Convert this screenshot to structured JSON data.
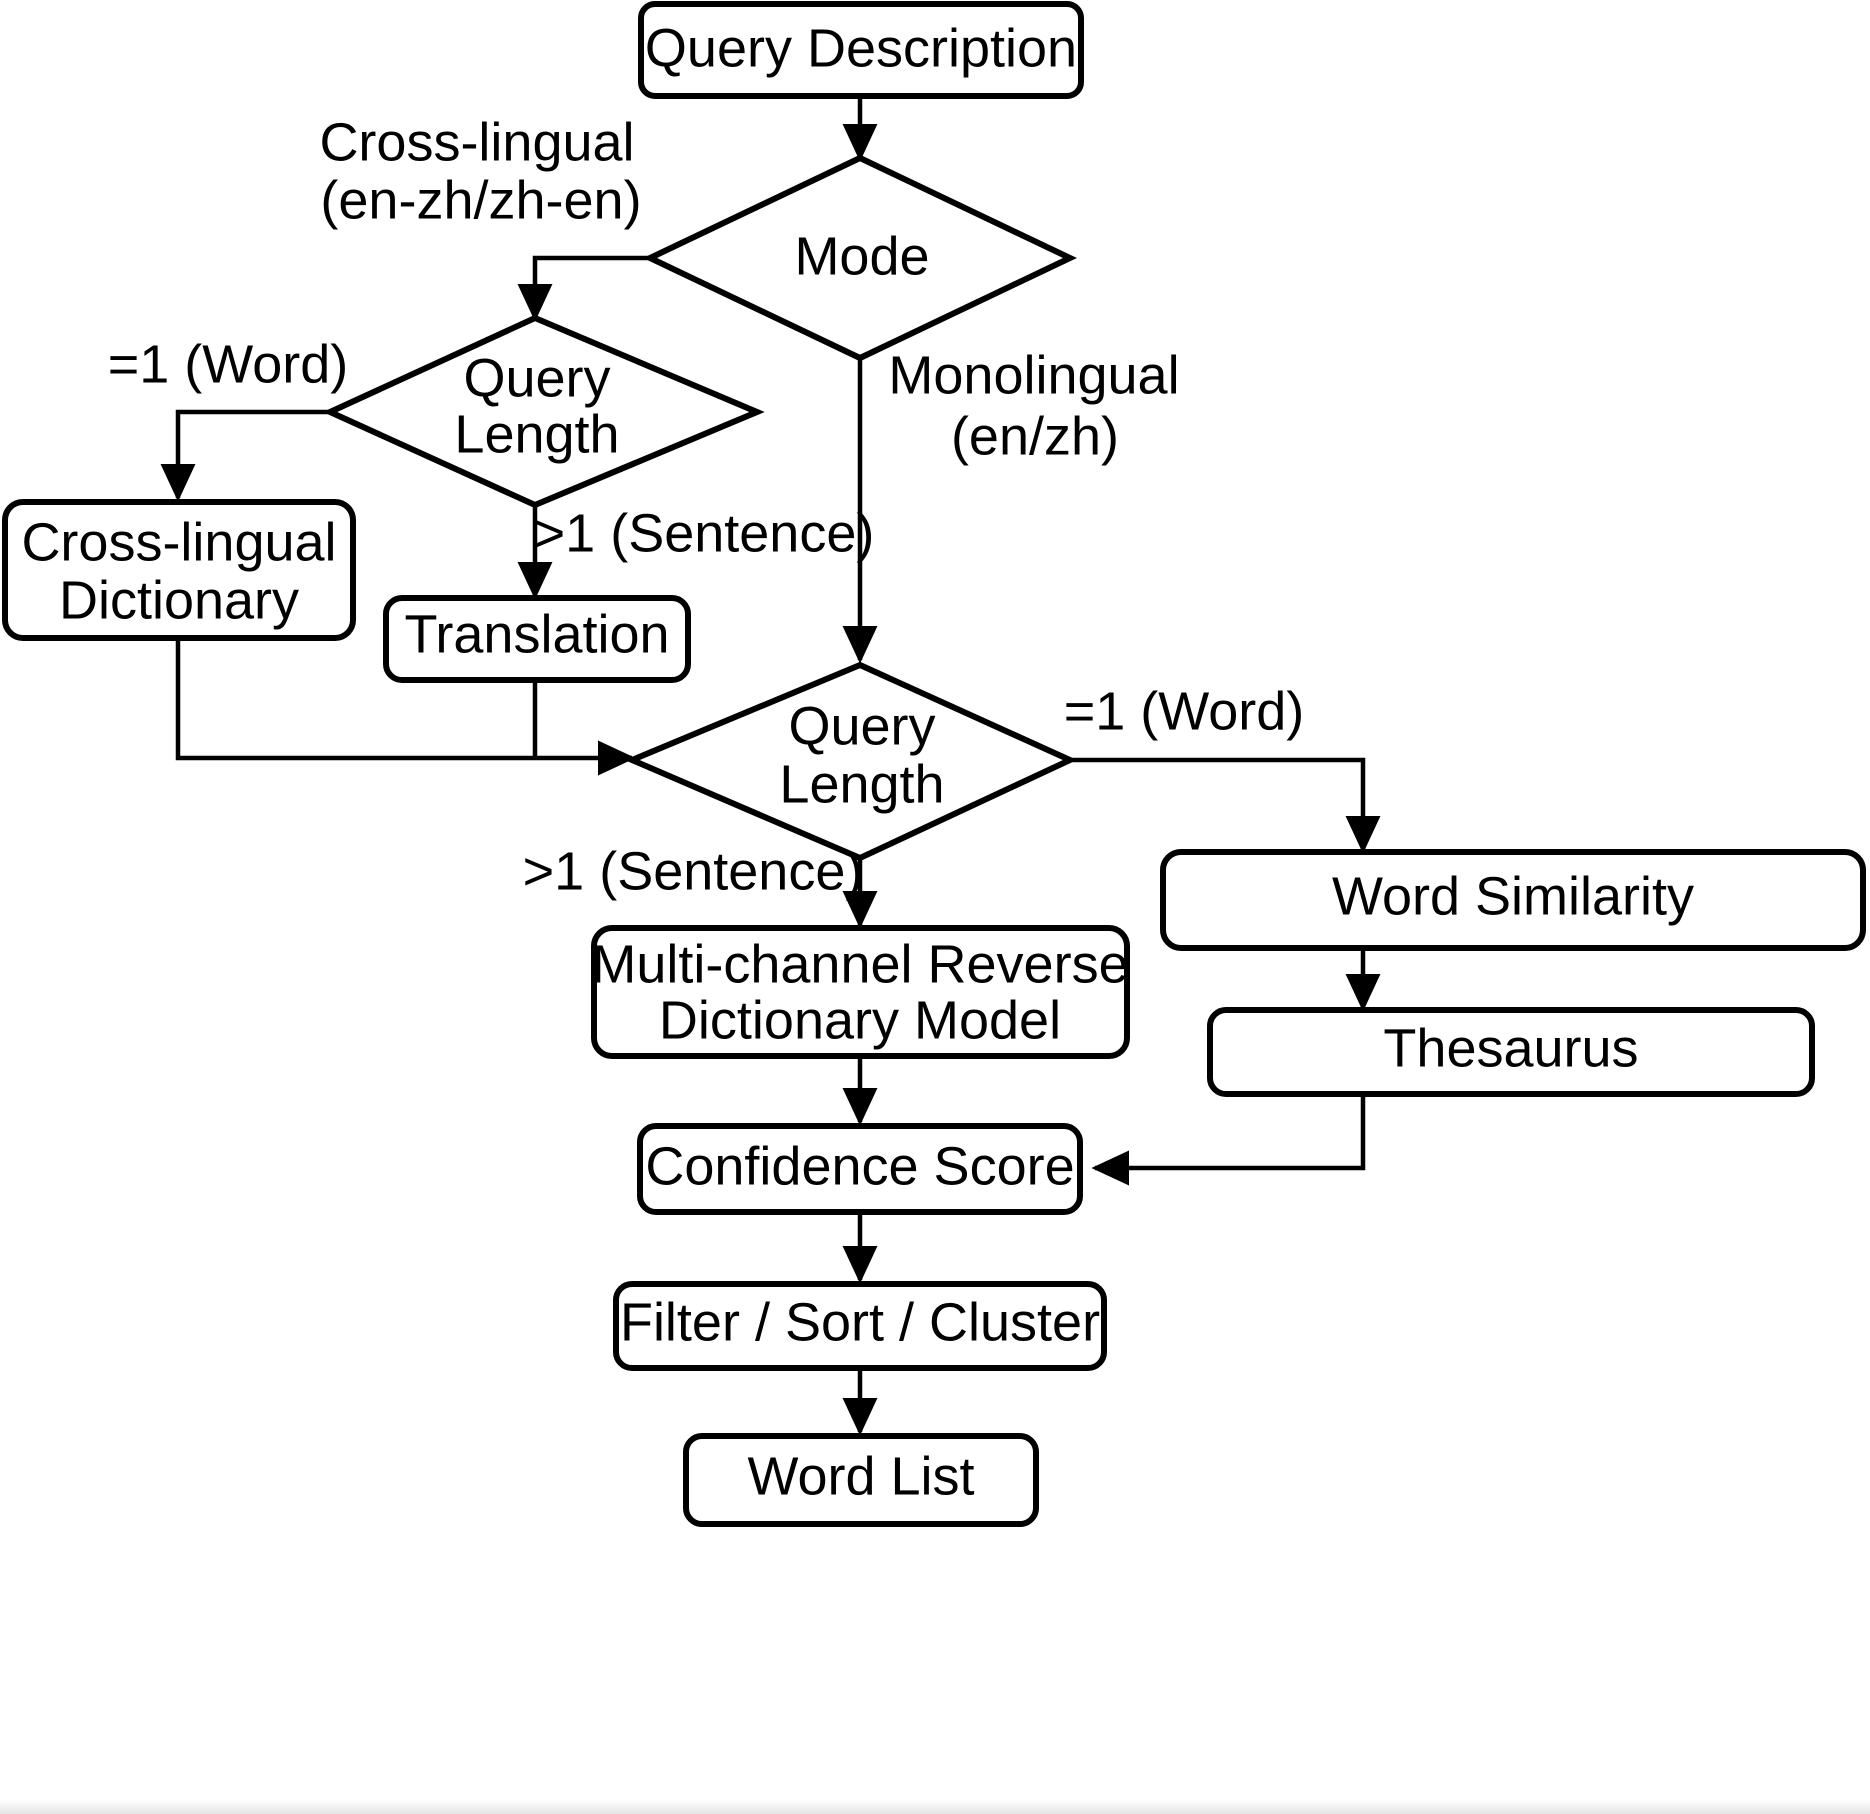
{
  "diagram": {
    "title": "Reverse Dictionary Query Processing Flowchart",
    "nodes": {
      "query_description": "Query Description",
      "mode": "Mode",
      "query_length_cross": "Query",
      "query_length_cross_2": "Length",
      "cross_dict_1": "Cross-lingual",
      "cross_dict_2": "Dictionary",
      "translation": "Translation",
      "query_length_mono": "Query",
      "query_length_mono_2": "Length",
      "word_similarity": "Word Similarity",
      "thesaurus": "Thesaurus",
      "multi_channel_1": "Multi-channel Reverse",
      "multi_channel_2": "Dictionary Model",
      "confidence_score": "Confidence Score",
      "filter_sort_cluster": "Filter / Sort / Cluster",
      "word_list": "Word List"
    },
    "edge_labels": {
      "cross_lingual_1": "Cross-lingual",
      "cross_lingual_2": "(en-zh/zh-en)",
      "monolingual_1": "Monolingual",
      "monolingual_2": "(en/zh)",
      "word_left": "=1 (Word)",
      "sentence_left": ">1 (Sentence)",
      "word_right": "=1 (Word)",
      "sentence_bottom": ">1 (Sentence)"
    },
    "colors": {
      "stroke": "#000000",
      "fill": "#ffffff",
      "text": "#000000"
    }
  }
}
